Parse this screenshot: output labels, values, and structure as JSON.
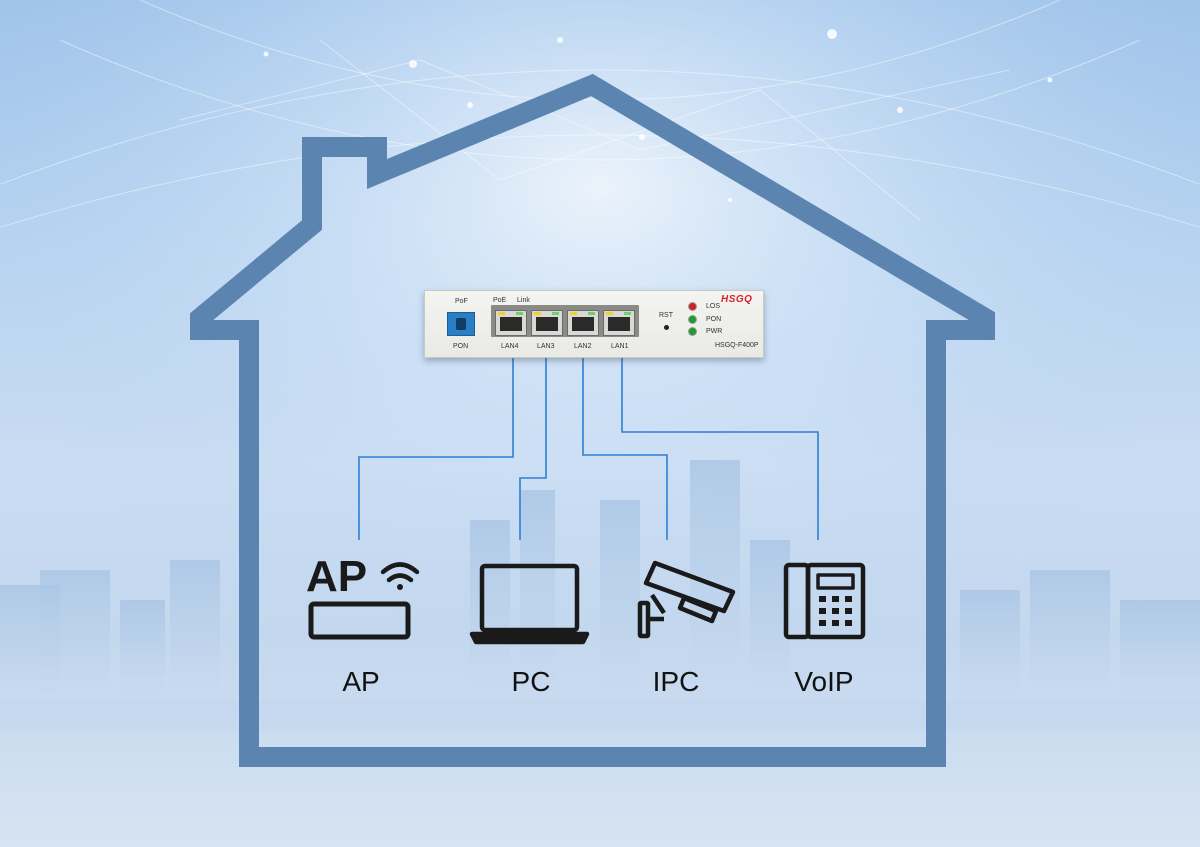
{
  "device": {
    "brand": "HSGQ",
    "model": "HSGQ-F400P",
    "pof_label": "PoF",
    "pon_label": "PON",
    "poe_label": "PoE",
    "link_label": "Link",
    "rst_label": "RST",
    "ports": [
      "LAN4",
      "LAN3",
      "LAN2",
      "LAN1"
    ],
    "status_leds": [
      {
        "label": "LOS",
        "color": "#c8252a"
      },
      {
        "label": "PON",
        "color": "#1f9a36"
      },
      {
        "label": "PWR",
        "color": "#1f9a36"
      }
    ]
  },
  "endpoints": [
    {
      "label": "AP",
      "icon": "access-point-icon",
      "port": "LAN4"
    },
    {
      "label": "PC",
      "icon": "laptop-icon",
      "port": "LAN3"
    },
    {
      "label": "IPC",
      "icon": "security-camera-icon",
      "port": "LAN2"
    },
    {
      "label": "VoIP",
      "icon": "desk-phone-icon",
      "port": "LAN1"
    }
  ],
  "icon_text": {
    "ap": "AP"
  },
  "colors": {
    "house_outline": "#5b84b0",
    "link_line": "#2f7fd6",
    "icon": "#1a1a1a"
  }
}
